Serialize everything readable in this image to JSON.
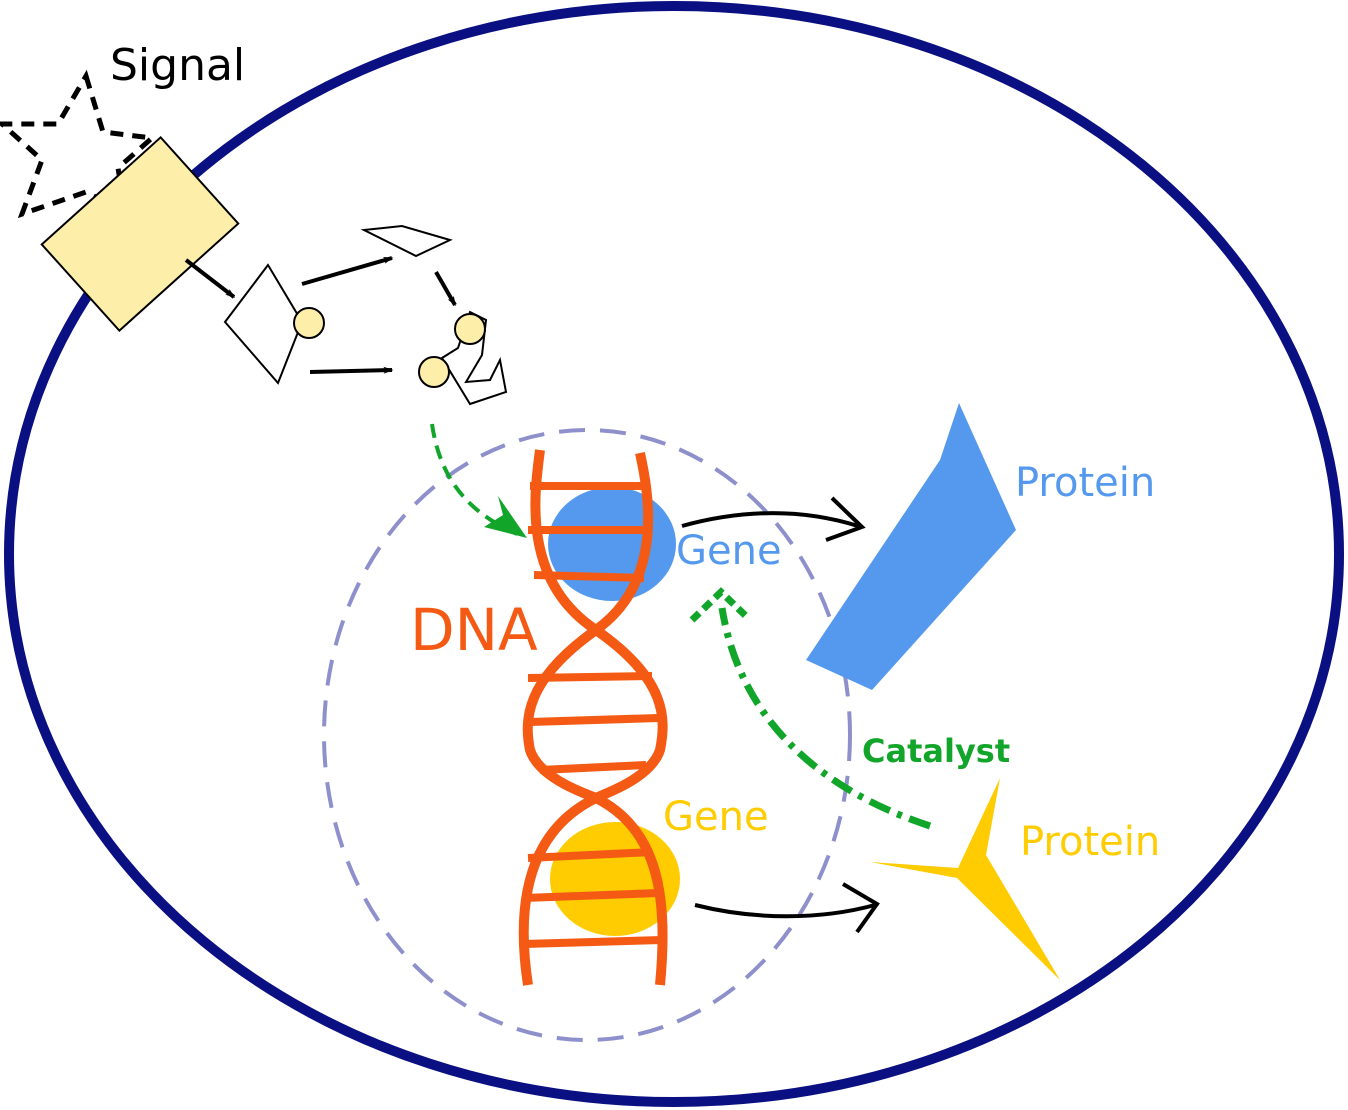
{
  "labels": {
    "signal": "Signal",
    "dna": "DNA",
    "gene_top": "Gene",
    "gene_bottom": "Gene",
    "protein_top": "Protein",
    "protein_bottom": "Protein",
    "catalyst": "Catalyst"
  },
  "colors": {
    "cell_membrane": "#0a0f82",
    "nucleus_outline": "#8e90cc",
    "dna": "#f45a14",
    "gene_top": "#5599ee",
    "gene_bottom": "#fecc00",
    "protein_top": "#5599ee",
    "protein_bottom": "#fecc00",
    "receptor": "#fdefaa",
    "catalyst": "#11a52a",
    "signal": "#000000"
  },
  "icons": {
    "signal": "star-outline-dashed",
    "receptor": "rectangle",
    "phospho_groups": "circle",
    "catalyst_arrow": "dash-dot-arrow"
  }
}
